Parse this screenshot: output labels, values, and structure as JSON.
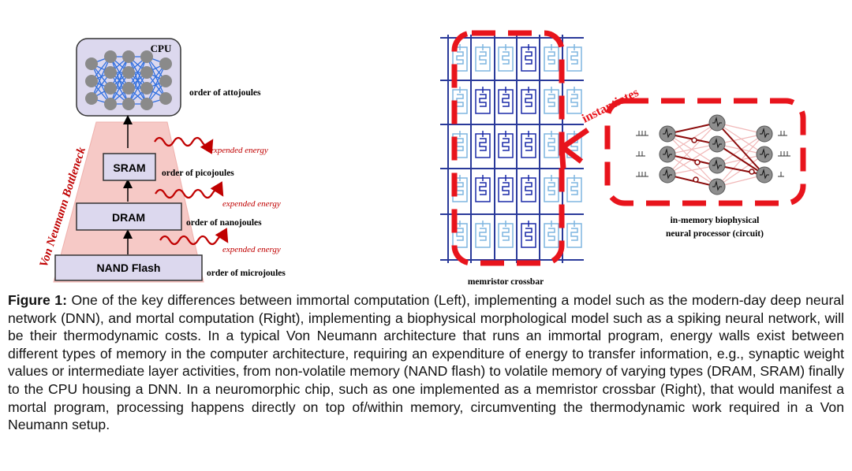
{
  "left_diagram": {
    "cpu_label": "CPU",
    "sram_label": "SRAM",
    "dram_label": "DRAM",
    "nand_label": "NAND Flash",
    "bottleneck_label": "Von Neumann Bottleneck",
    "orders": {
      "cpu": "order of attojoules",
      "sram": "order of picojoules",
      "dram": "order of nanojoules",
      "nand": "order of microjoules"
    },
    "energy_label": "expended energy"
  },
  "right_diagram": {
    "crossbar_caption": "memristor crossbar",
    "instantiates_label": "instantiates",
    "processor_caption_line1": "in-memory biophysical",
    "processor_caption_line2": "neural processor (circuit)"
  },
  "caption": {
    "label": "Figure 1:",
    "text": "One of the key differences between immortal computation (Left), implementing a model such as the modern-day deep neural network (DNN), and mortal computation (Right), implementing a biophysical morphological model such as a spiking neural network, will be their thermodynamic costs. In a typical Von Neumann architecture that runs an immortal program, energy walls exist between different types of memory in the computer architecture, requiring an expenditure of energy to transfer information, e.g., synaptic weight values or intermediate layer activities, from non-volatile memory (NAND flash) to volatile memory of varying types (DRAM, SRAM) finally to the CPU housing a DNN. In a neuromorphic chip, such as one implemented as a memristor crossbar (Right), that would manifest a mortal program, processing happens directly on top of/within memory, circumventing the thermodynamic work required in a Von Neumann setup."
  },
  "colors": {
    "bottleneck_fill": "#f6c9c6",
    "box_fill": "#dcd8ee",
    "energy_red": "#c00000",
    "crossbar_blue": "#1a2aa8",
    "crossbar_light": "#7fb6e0",
    "dash_red": "#e8141c"
  }
}
